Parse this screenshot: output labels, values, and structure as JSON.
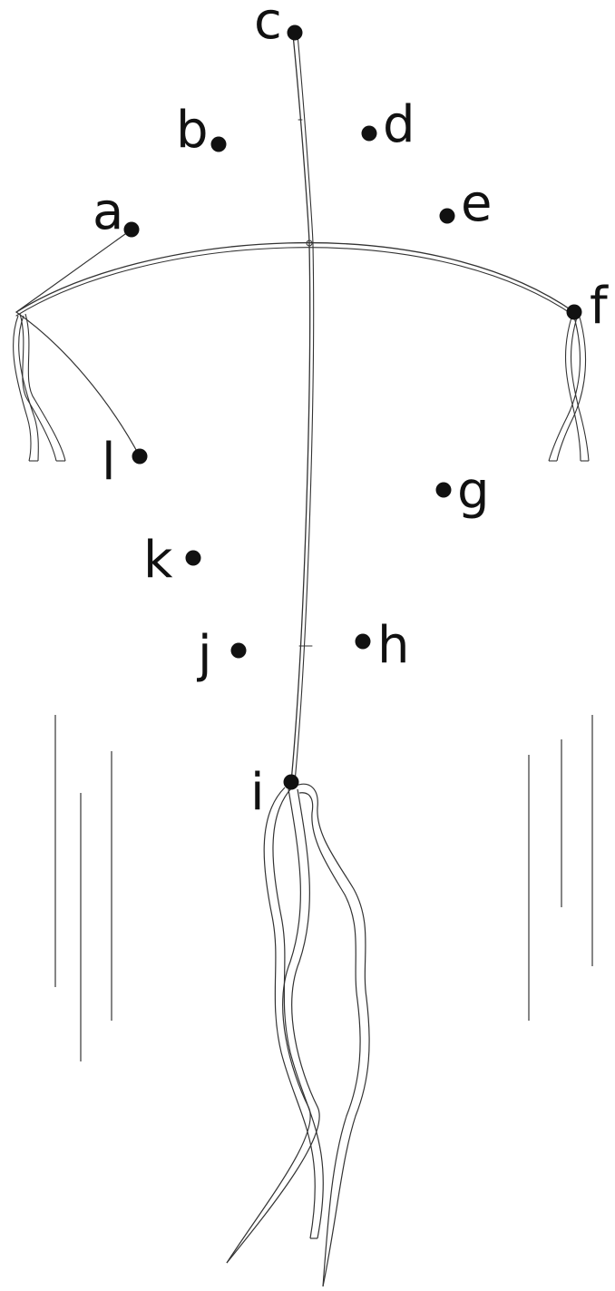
{
  "puzzle": {
    "ink_color": "#111111",
    "background_color": "#ffffff",
    "dots": [
      {
        "id": "a",
        "label": "a"
      },
      {
        "id": "b",
        "label": "b"
      },
      {
        "id": "c",
        "label": "c"
      },
      {
        "id": "d",
        "label": "d"
      },
      {
        "id": "e",
        "label": "e"
      },
      {
        "id": "f",
        "label": "f"
      },
      {
        "id": "g",
        "label": "g"
      },
      {
        "id": "h",
        "label": "h"
      },
      {
        "id": "i",
        "label": "i"
      },
      {
        "id": "j",
        "label": "j"
      },
      {
        "id": "k",
        "label": "k"
      },
      {
        "id": "l",
        "label": "l"
      }
    ]
  }
}
